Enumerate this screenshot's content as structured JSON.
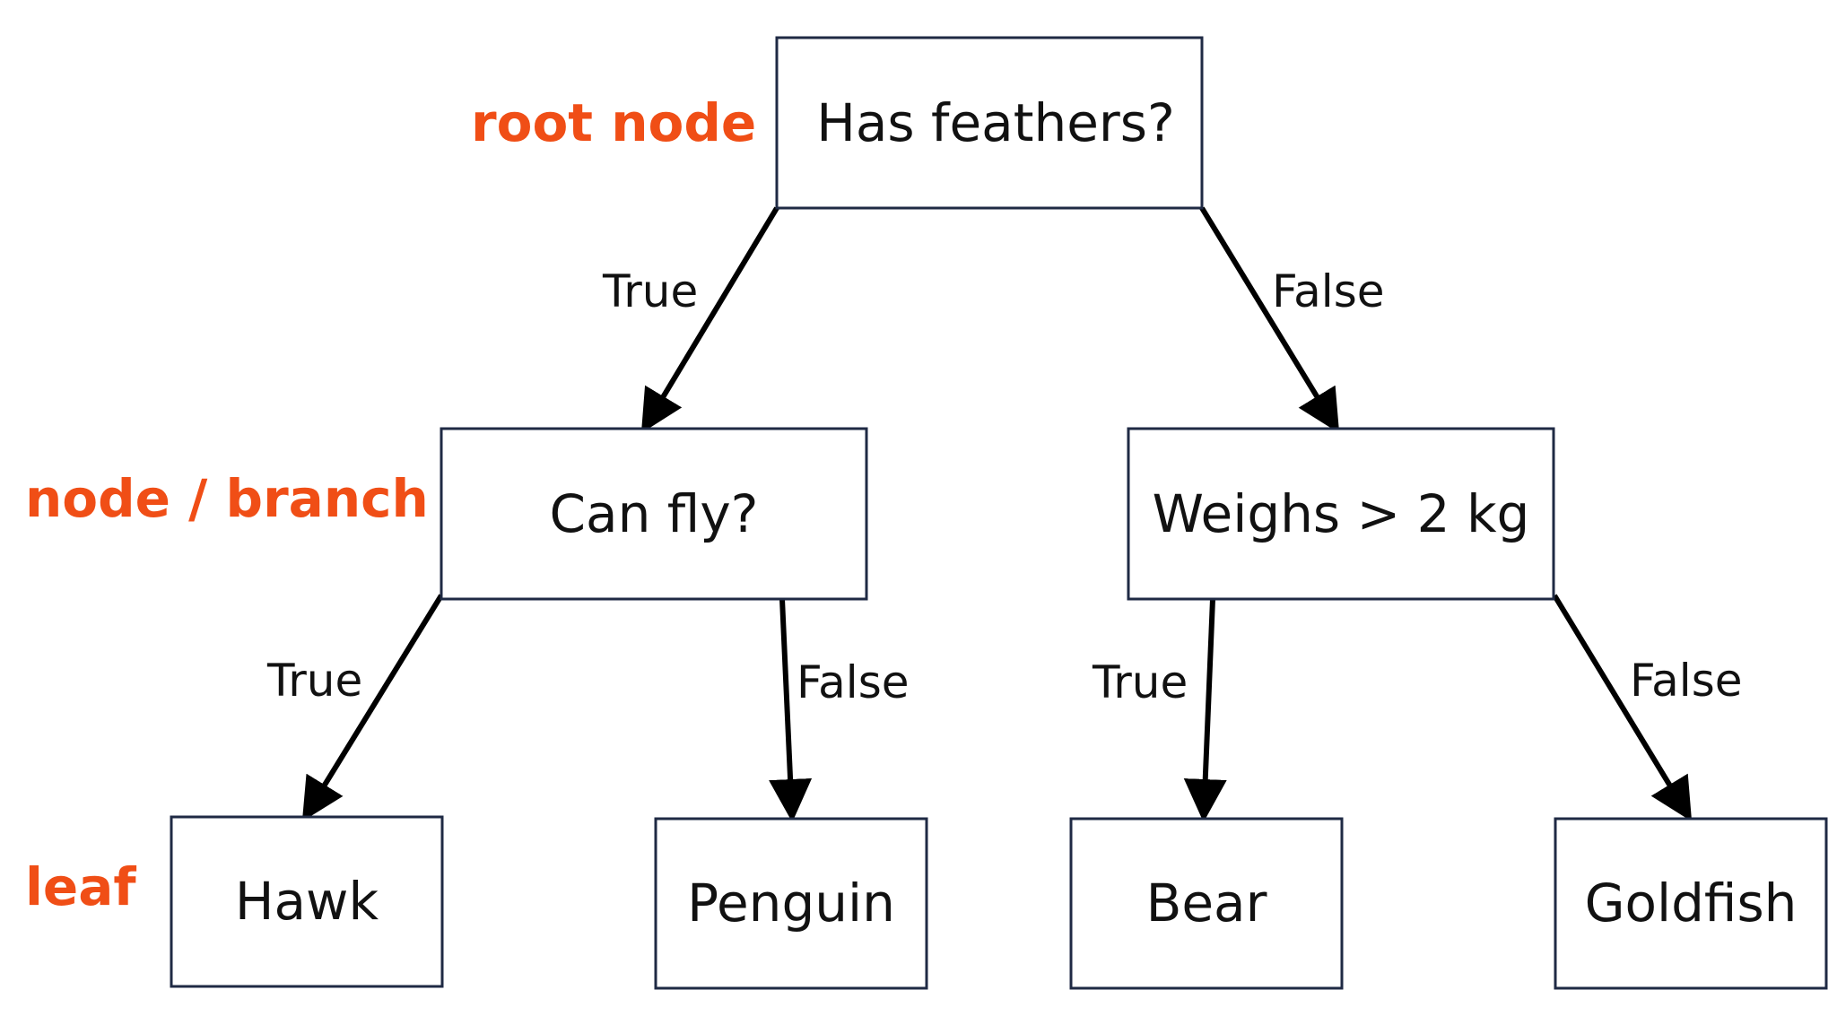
{
  "diagram": {
    "level_labels": {
      "root": "root node",
      "branch": "node / branch",
      "leaf": "leaf"
    },
    "nodes": {
      "root": "Has feathers?",
      "can_fly": "Can fly?",
      "weighs": "Weighs > 2 kg",
      "hawk": "Hawk",
      "penguin": "Penguin",
      "bear": "Bear",
      "goldfish": "Goldfish"
    },
    "edges": {
      "root_true": "True",
      "root_false": "False",
      "canfly_true": "True",
      "canfly_false": "False",
      "weighs_true": "True",
      "weighs_false": "False"
    },
    "colors": {
      "label_accent": "#f04e16",
      "box_border": "#1f2a44",
      "arrow": "#000000"
    }
  }
}
